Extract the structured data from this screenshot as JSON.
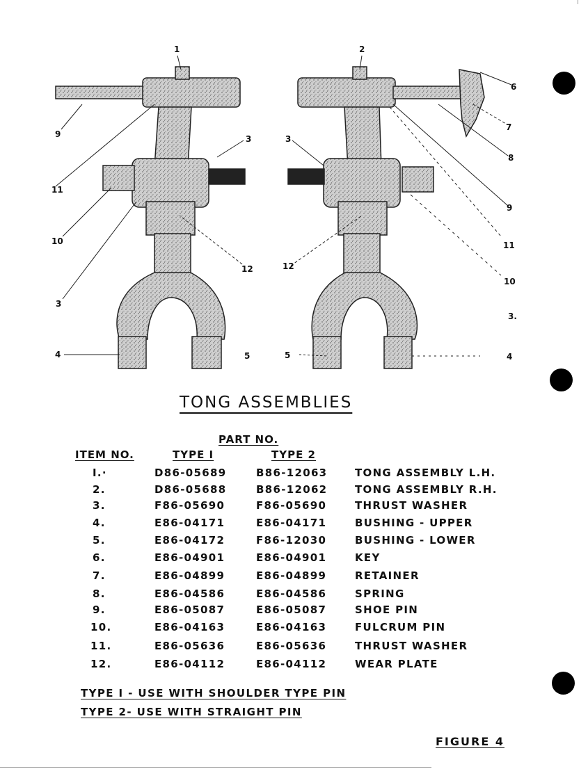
{
  "figure_title": "TONG ASSEMBLIES",
  "table": {
    "group_header": "PART NO.",
    "headers": {
      "item": "ITEM NO.",
      "type1": "TYPE I",
      "type2": "TYPE 2"
    },
    "rows": [
      {
        "item": "I.·",
        "type1": "D86-05689",
        "type2": "B86-12063",
        "desc": "TONG ASSEMBLY  L.H."
      },
      {
        "item": "2.",
        "type1": "D86-05688",
        "type2": "B86-12062",
        "desc": "TONG ASSEMBLY  R.H."
      },
      {
        "item": "3.",
        "type1": "F86-05690",
        "type2": "F86-05690",
        "desc": "THRUST WASHER"
      },
      {
        "item": "4.",
        "type1": "E86-04171",
        "type2": "E86-04171",
        "desc": "BUSHING - UPPER"
      },
      {
        "item": "5.",
        "type1": "E86-04172",
        "type2": "F86-12030",
        "desc": "BUSHING - LOWER"
      },
      {
        "item": "6.",
        "type1": "E86-04901",
        "type2": "E86-04901",
        "desc": "KEY"
      },
      {
        "item": "7.",
        "type1": "E86-04899",
        "type2": "E86-04899",
        "desc": "RETAINER"
      },
      {
        "item": "8.",
        "type1": "E86-04586",
        "type2": "E86-04586",
        "desc": "SPRING"
      },
      {
        "item": "9.",
        "type1": "E86-05087",
        "type2": "E86-05087",
        "desc": "SHOE PIN"
      },
      {
        "item": "10.",
        "type1": "E86-04163",
        "type2": "E86-04163",
        "desc": "FULCRUM PIN"
      },
      {
        "item": "11.",
        "type1": "E86-05636",
        "type2": "E86-05636",
        "desc": "THRUST WASHER"
      },
      {
        "item": "12.",
        "type1": "E86-04112",
        "type2": "E86-04112",
        "desc": "WEAR PLATE"
      }
    ]
  },
  "notes": [
    "TYPE I - USE WITH SHOULDER TYPE PIN",
    "TYPE 2- USE WITH STRAIGHT PIN"
  ],
  "figure_label": "FIGURE  4",
  "callouts": {
    "left": [
      "1",
      "9",
      "3",
      "11",
      "10",
      "12",
      "3",
      "4",
      "5"
    ],
    "right": [
      "2",
      "6",
      "7",
      "8",
      "3",
      "9",
      "11",
      "12",
      "10",
      "3.",
      "5",
      "4"
    ]
  }
}
